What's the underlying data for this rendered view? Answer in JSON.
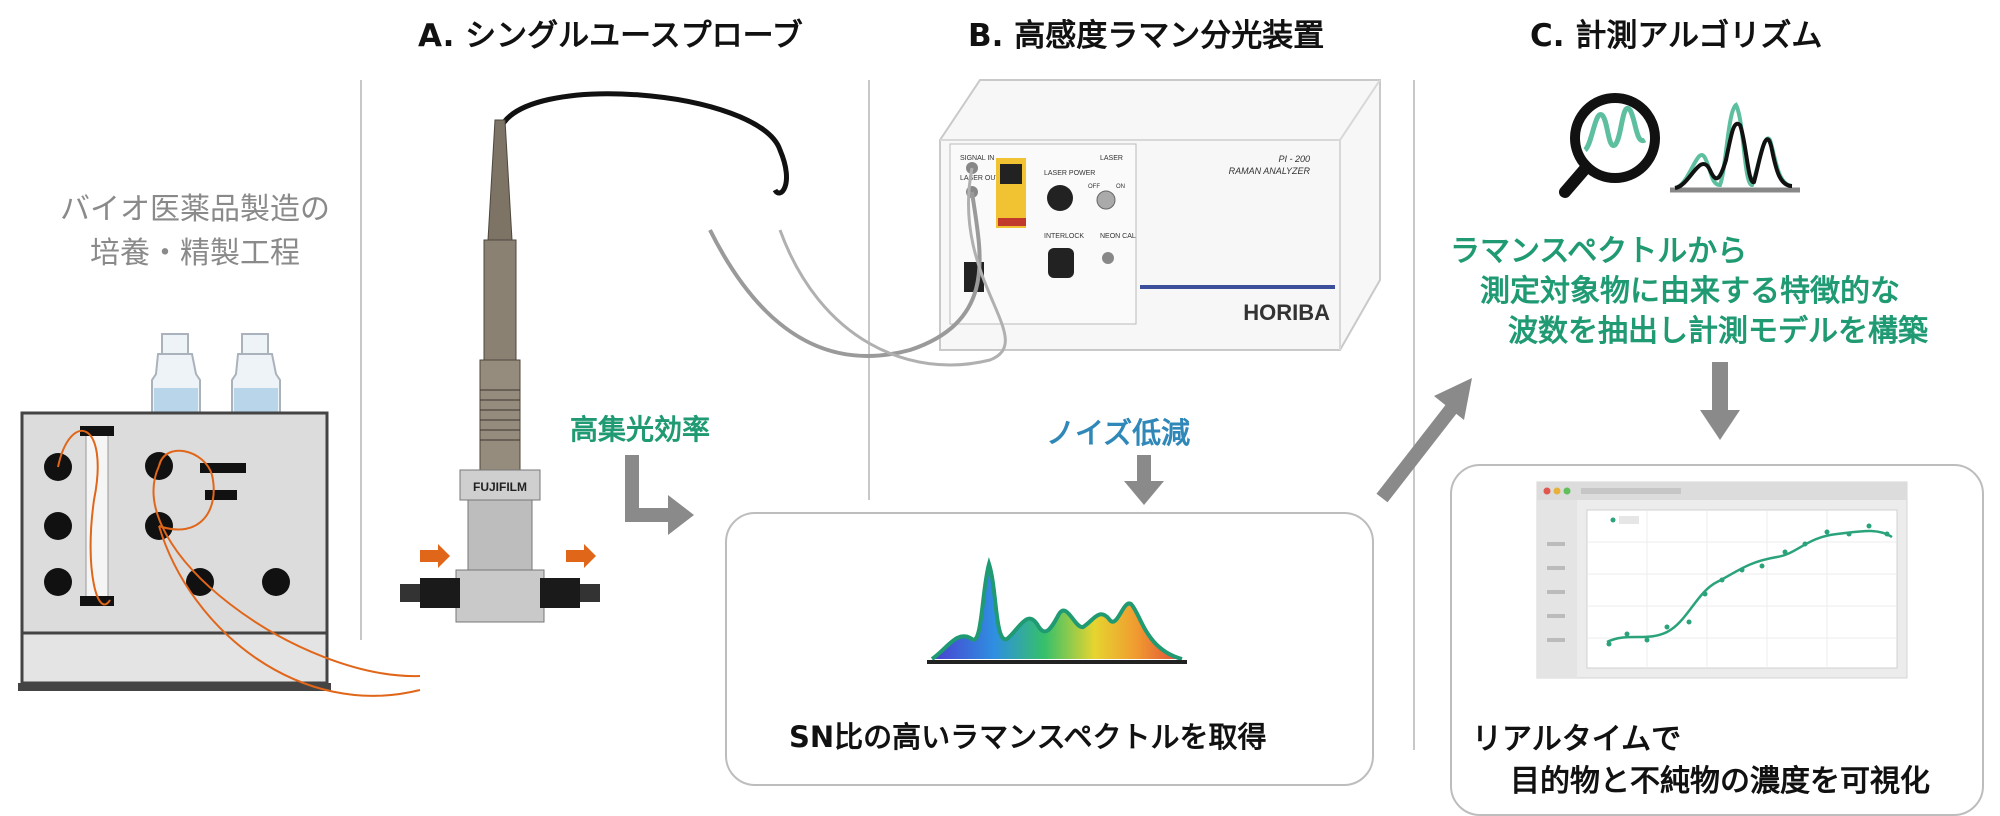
{
  "sections": {
    "a_title": "A. シングルユースプローブ",
    "b_title": "B. 高感度ラマン分光装置",
    "c_title": "C. 計測アルゴリズム"
  },
  "process": {
    "line1": "バイオ医薬品製造の",
    "line2": "培養・精製工程"
  },
  "probe": {
    "brand": "FUJIFILM",
    "feature": "高集光効率"
  },
  "analyzer": {
    "model": "PI - 200",
    "name": "RAMAN ANALYZER",
    "brand": "HORIBA",
    "signal_in": "SIGNAL IN",
    "laser_out": "LASER OUT",
    "laser_power": "LASER POWER",
    "laser": "LASER",
    "interlock": "INTERLOCK",
    "neon_cal": "NEON CAL",
    "off": "OFF",
    "on": "ON",
    "feature": "ノイズ低減"
  },
  "spectrum_box": {
    "caption": "SN比の高いラマンスペクトルを取得"
  },
  "algorithm": {
    "line1": "ラマンスペクトルから",
    "line2": "測定対象物に由来する特徴的な",
    "line3": "波数を抽出し計測モデルを構築"
  },
  "result_box": {
    "line1": "リアルタイムで",
    "line2": "目的物と不純物の濃度を可視化"
  },
  "colors": {
    "green": "#1f9a73",
    "blue": "#2f88b8",
    "orange": "#e0661a",
    "grey_arrow": "#8a8a8a"
  }
}
